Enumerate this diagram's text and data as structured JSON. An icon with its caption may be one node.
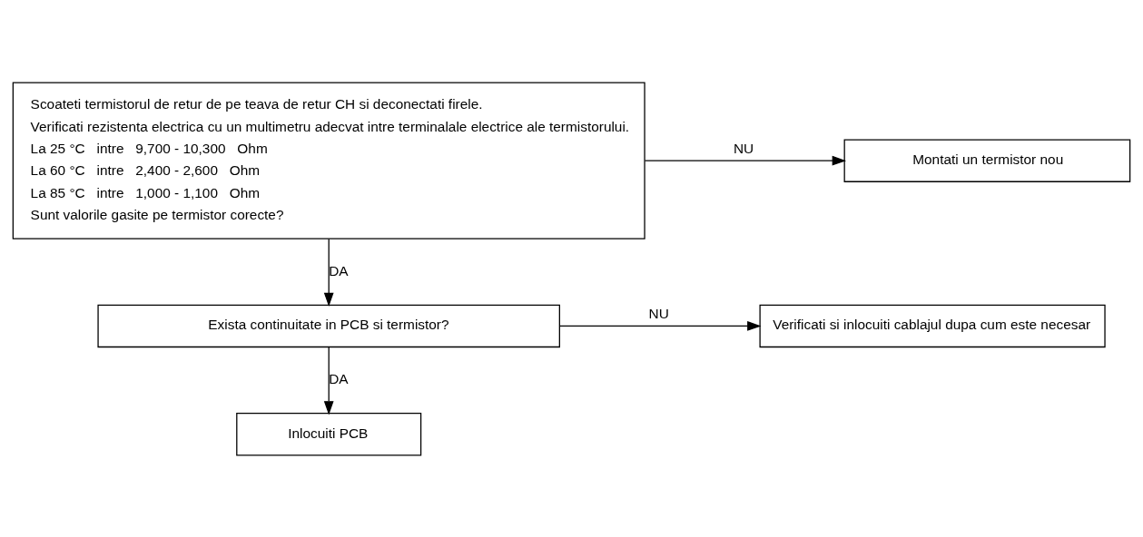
{
  "diagram": {
    "nodes": [
      {
        "text": [
          "Scoateti termistorul de retur de pe teava de retur CH si deconectati firele.",
          "Verificati rezistenta electrica cu un multimetru adecvat intre terminalale electrice ale termistorului.",
          "La 25 °C   intre   9,700 - 10,300   Ohm",
          "La 60 °C   intre   2,400 - 2,600   Ohm",
          "La 85 °C   intre   1,000 - 1,100   Ohm",
          "Sunt valorile gasite pe termistor corecte?"
        ]
      },
      {
        "text": [
          "Montati un termistor nou"
        ]
      },
      {
        "text": [
          "Exista continuitate in PCB si termistor?"
        ]
      },
      {
        "text": [
          "Verificati si inlocuiti cablajul dupa cum este necesar"
        ]
      },
      {
        "text": [
          "Inlocuiti PCB"
        ]
      }
    ],
    "edges": [
      {
        "from": 0,
        "to": 1,
        "arrow": "to",
        "label": "NU"
      },
      {
        "from": 0,
        "to": 2,
        "arrow": "to",
        "label": "DA"
      },
      {
        "from": 2,
        "to": 3,
        "arrow": "to",
        "label": "NU"
      },
      {
        "from": 2,
        "to": 4,
        "arrow": "to",
        "label": "DA"
      }
    ]
  }
}
